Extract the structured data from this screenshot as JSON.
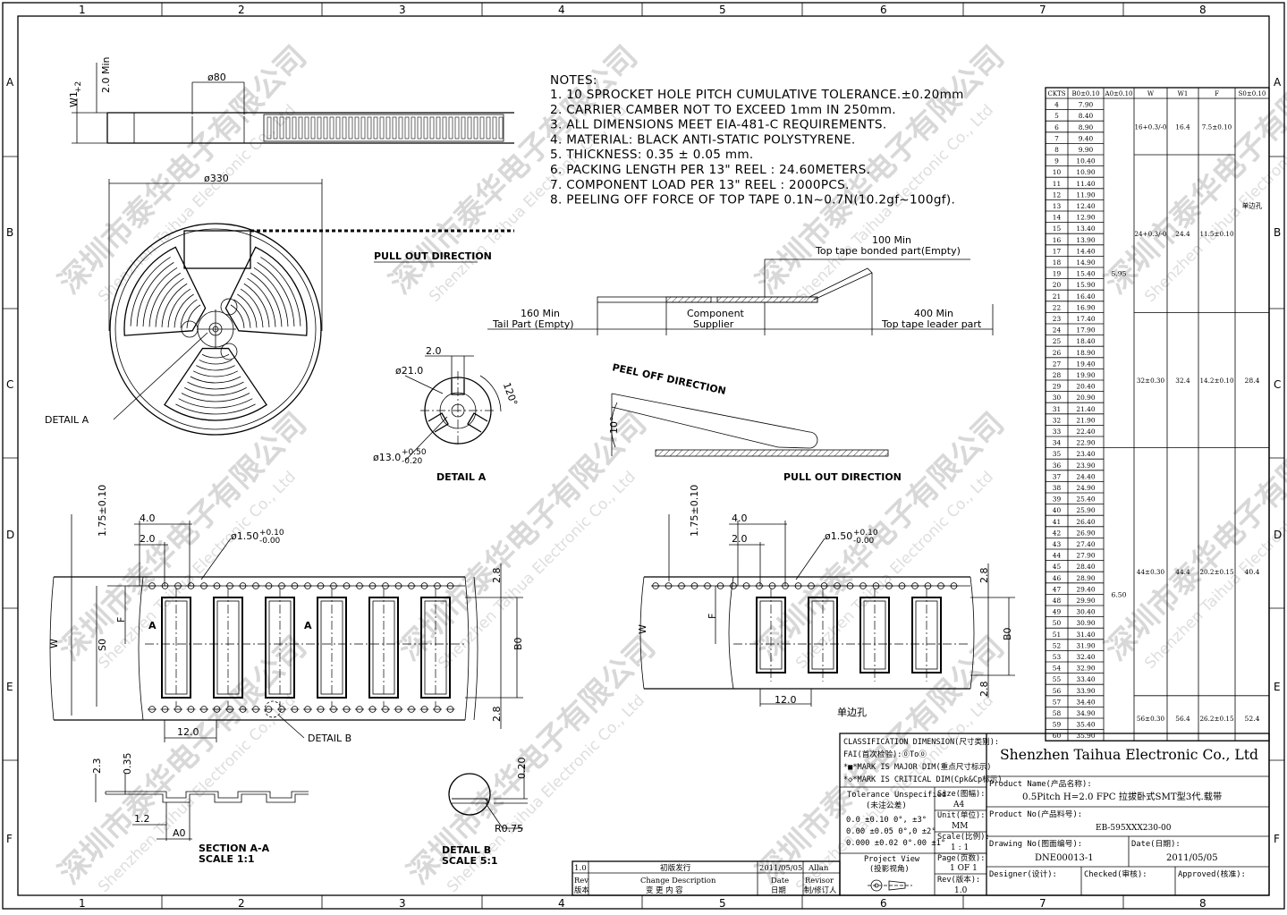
{
  "grid": {
    "cols": [
      "1",
      "2",
      "3",
      "4",
      "5",
      "6",
      "7",
      "8"
    ],
    "rows": [
      "A",
      "B",
      "C",
      "D",
      "E",
      "F"
    ]
  },
  "notes": {
    "heading": "NOTES:",
    "items": [
      "1. 10 SPROCKET HOLE PITCH CUMULATIVE TOLERANCE.±0.20mm",
      "2. CARRIER CAMBER NOT TO EXCEED 1mm IN 250mm.",
      "3. ALL DIMENSIONS MEET EIA-481-C REQUIREMENTS.",
      "4. MATERIAL: BLACK ANTI-STATIC POLYSTYRENE.",
      "5. THICKNESS: 0.35 ± 0.05 mm.",
      "6. PACKING LENGTH PER 13\" REEL : 24.60METERS.",
      "7. COMPONENT LOAD PER 13\" REEL : 2000PCS.",
      "8. PEELING OFF FORCE OF TOP TAPE 0.1N~0.7N(10.2gf~100gf)."
    ]
  },
  "reel": {
    "w1": "W1",
    "w1_tol": "+2",
    "w1_tol2": "-0",
    "d2min": "2.0 Min",
    "hub": "ø80",
    "outer": "ø330",
    "detail_a": "DETAIL A",
    "pull_out": "PULL OUT DIRECTION"
  },
  "detailA": {
    "d2": "2.0",
    "d21": "ø21.0",
    "angle": "120°",
    "d13": "ø13.0",
    "d13_tol1": "+0.50",
    "d13_tol2": "-0.20",
    "label": "DETAIL A"
  },
  "tape": {
    "top": "100 Min",
    "top_sub": "Top tape bonded part(Empty)",
    "tail": "160 Min",
    "tail_sub": "Tail Part (Empty)",
    "comp": "Component",
    "comp_sub": "Supplier",
    "lead": "400 Min",
    "lead_sub": "Top tape leader part"
  },
  "peel": {
    "label": "PEEL OFF DIRECTION",
    "angle": "10°",
    "pull": "PULL OUT DIRECTION"
  },
  "carrierL": {
    "d175": "1.75±0.10",
    "d4": "4.0",
    "d2": "2.0",
    "hole": "ø1.50",
    "hole_t1": "+0.10",
    "hole_t2": "-0.00",
    "F": "F",
    "W": "W",
    "S0": "S0",
    "B0": "B0",
    "d28a": "2.8",
    "d28b": "2.8",
    "pitch": "12.0",
    "A1": "A",
    "A2": "A",
    "detail_b": "DETAIL B"
  },
  "carrierR": {
    "d175": "1.75±0.10",
    "d4": "4.0",
    "d2": "2.0",
    "hole": "ø1.50",
    "hole_t1": "+0.10",
    "hole_t2": "-0.00",
    "F": "F",
    "W": "W",
    "B0": "B0",
    "d28a": "2.8",
    "d28b": "2.8",
    "pitch": "12.0",
    "single": "单边孔"
  },
  "section": {
    "d23": "2.3",
    "d035": "0.35",
    "d12": "1.2",
    "a0": "A0",
    "title": "SECTION A-A",
    "scale": "SCALE    1:1"
  },
  "detailB": {
    "d020": "0.20",
    "r075": "R0.75",
    "title": "DETAIL  B",
    "scale": "SCALE  5:1"
  },
  "table": {
    "headers": [
      "CKTS",
      "B0±0.10",
      "A0±0.10",
      "W",
      "W1",
      "F",
      "S0±0.10"
    ],
    "rows": [
      [
        "4",
        "7.90"
      ],
      [
        "5",
        "8.40"
      ],
      [
        "6",
        "8.90"
      ],
      [
        "7",
        "9.40"
      ],
      [
        "8",
        "9.90"
      ],
      [
        "9",
        "10.40"
      ],
      [
        "10",
        "10.90"
      ],
      [
        "11",
        "11.40"
      ],
      [
        "12",
        "11.90"
      ],
      [
        "13",
        "12.40"
      ],
      [
        "14",
        "12.90"
      ],
      [
        "15",
        "13.40"
      ],
      [
        "16",
        "13.90"
      ],
      [
        "17",
        "14.40"
      ],
      [
        "18",
        "14.90"
      ],
      [
        "19",
        "15.40"
      ],
      [
        "20",
        "15.90"
      ],
      [
        "21",
        "16.40"
      ],
      [
        "22",
        "16.90"
      ],
      [
        "23",
        "17.40"
      ],
      [
        "24",
        "17.90"
      ],
      [
        "25",
        "18.40"
      ],
      [
        "26",
        "18.90"
      ],
      [
        "27",
        "19.40"
      ],
      [
        "28",
        "19.90"
      ],
      [
        "29",
        "20.40"
      ],
      [
        "30",
        "20.90"
      ],
      [
        "31",
        "21.40"
      ],
      [
        "32",
        "21.90"
      ],
      [
        "33",
        "22.40"
      ],
      [
        "34",
        "22.90"
      ],
      [
        "35",
        "23.40"
      ],
      [
        "36",
        "23.90"
      ],
      [
        "37",
        "24.40"
      ],
      [
        "38",
        "24.90"
      ],
      [
        "39",
        "25.40"
      ],
      [
        "40",
        "25.90"
      ],
      [
        "41",
        "26.40"
      ],
      [
        "42",
        "26.90"
      ],
      [
        "43",
        "27.40"
      ],
      [
        "44",
        "27.90"
      ],
      [
        "45",
        "28.40"
      ],
      [
        "46",
        "28.90"
      ],
      [
        "47",
        "29.40"
      ],
      [
        "48",
        "29.90"
      ],
      [
        "49",
        "30.40"
      ],
      [
        "50",
        "30.90"
      ],
      [
        "51",
        "31.40"
      ],
      [
        "52",
        "31.90"
      ],
      [
        "53",
        "32.40"
      ],
      [
        "54",
        "32.90"
      ],
      [
        "55",
        "33.40"
      ],
      [
        "56",
        "33.90"
      ],
      [
        "57",
        "34.40"
      ],
      [
        "58",
        "34.90"
      ],
      [
        "59",
        "35.40"
      ],
      [
        "60",
        "35.90"
      ]
    ],
    "a0_groups": [
      {
        "value": "5.95",
        "from": 0,
        "to": 30
      },
      {
        "value": "6.50",
        "from": 31,
        "to": 56
      }
    ],
    "w_groups": [
      {
        "W": "16+0.3/-0",
        "W1": "16.4",
        "F": "7.5±0.10",
        "from": 0,
        "to": 4
      },
      {
        "W": "24+0.3/-0",
        "W1": "24.4",
        "F": "11.5±0.10",
        "from": 5,
        "to": 18
      },
      {
        "W": "32±0.30",
        "W1": "32.4",
        "F": "14.2±0.10",
        "from": 19,
        "to": 30
      },
      {
        "W": "44±0.30",
        "W1": "44.4",
        "F": "20.2±0.15",
        "from": 31,
        "to": 52
      },
      {
        "W": "56±0.30",
        "W1": "56.4",
        "F": "26.2±0.15",
        "from": 53,
        "to": 56
      }
    ],
    "s0_groups": [
      {
        "value": "单边孔",
        "from": 0,
        "to": 18
      },
      {
        "value": "28.4",
        "from": 19,
        "to": 30
      },
      {
        "value": "40.4",
        "from": 31,
        "to": 52
      },
      {
        "value": "52.4",
        "from": 53,
        "to": 56
      }
    ]
  },
  "titleblock": {
    "class_title": "CLASSIFICATION DIMENSION(尺寸类别):",
    "fai": "FAI(首次检验):⓪To⓪",
    "major": "*■*MARK IS MAJOR DIM(重点尺寸标示)",
    "critical": "*◇*MARK IS CRITICAL DIM(Cpk&Cp标示)",
    "company": "Shenzhen Taihua Electronic Co., Ltd",
    "tol_title": "Tolerance Unspecified",
    "tol_sub": "(未注公差)",
    "tol_rows": [
      "0.0    ±0.10  0°,    ±3°",
      "0.00   ±0.05  0°,0   ±2°",
      "0.000  ±0.02  0°.00 ±1°"
    ],
    "size_label": "Size(图幅):",
    "size_val": "A4",
    "unit_label": "Unit(单位):",
    "unit_val": "MM",
    "scale_label": "Scale(比例):",
    "scale_val": "1 : 1",
    "page_label": "Page(页数):",
    "page_val": "1 OF 1",
    "rev_label": "Rev(版本):",
    "rev_val": "1.0",
    "proj_label": "Project View",
    "proj_sub": "(投影视角)",
    "pname_label": "Product Name(产品名称):",
    "pname_val": "0.5Pitch H=2.0 FPC 拉拔卧式SMT型3代.载带",
    "pno_label": "Product No(产品料号):",
    "pno_val": "EB-595XXX230-00",
    "dno_label": "Drawing No(图面编号):",
    "dno_val": "DNE00013-1",
    "date_label": "Date(日期):",
    "date_val": "2011/05/05",
    "designer": "Designer(设计):",
    "checked": "Checked(审核):",
    "approved": "Approved(核准):",
    "rev_row": [
      "1.0",
      "初版发行",
      "2011/05/05",
      "Allan"
    ],
    "rev_hdr1": [
      "Rev",
      "Change Description",
      "Date",
      "Revisor"
    ],
    "rev_hdr2": [
      "版本",
      "变 更 内 容",
      "日期",
      "制/修订人"
    ]
  },
  "watermark": {
    "cn": "深圳市泰华电子有限公司",
    "en": "Shenzhen Taihua Electronic Co., Ltd"
  }
}
